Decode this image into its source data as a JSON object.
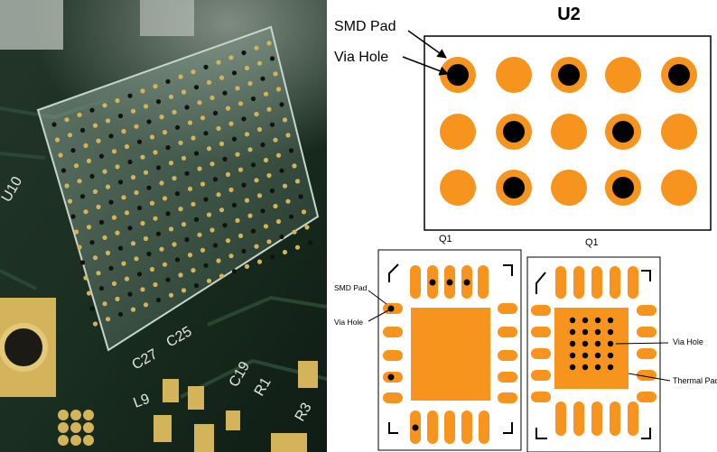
{
  "photo": {
    "silkscreen": {
      "u10": "U10",
      "c27": "C27",
      "c25": "C25",
      "l9": "L9",
      "c19": "C19",
      "r1": "R1",
      "r3": "R3"
    }
  },
  "diagram_top": {
    "title": "U2",
    "label_smd_pad": "SMD Pad",
    "label_via_hole": "Via Hole",
    "q1_left": "Q1",
    "q1_right": "Q1",
    "pads_with_vias": [
      [
        true,
        false,
        true,
        false,
        true
      ],
      [
        false,
        true,
        false,
        true,
        false
      ],
      [
        false,
        true,
        false,
        true,
        false
      ]
    ]
  },
  "diagram_left": {
    "label_smd_pad": "SMD Pad",
    "label_via_hole": "Via Hole"
  },
  "diagram_right": {
    "label_via_hole": "Via Hole",
    "label_thermal_pad": "Thermal Pad"
  },
  "colors": {
    "pad_orange": "#F7941D",
    "via_black": "#000000",
    "pcb_green": "#1f3b22",
    "gold": "#d4b45a"
  }
}
